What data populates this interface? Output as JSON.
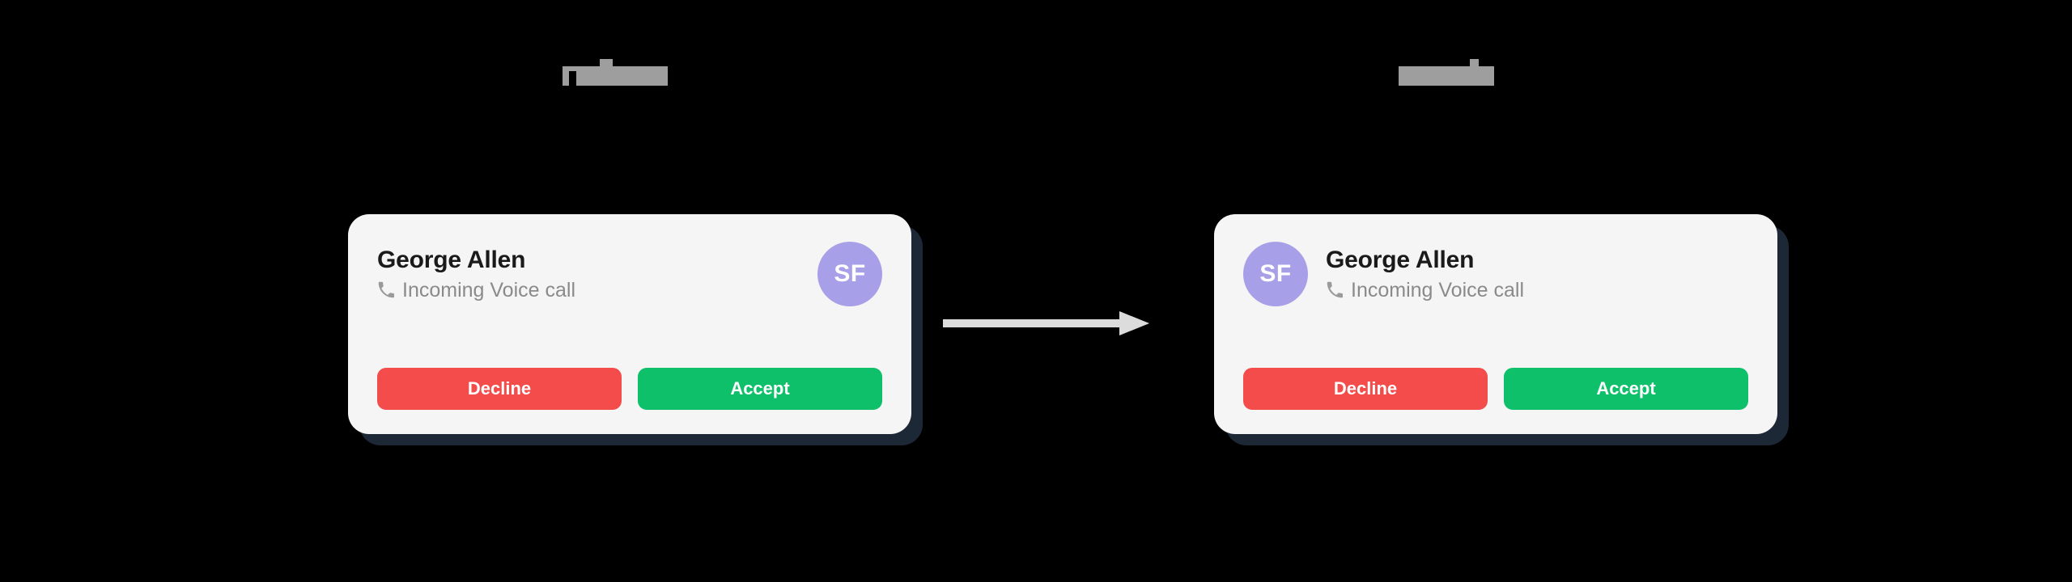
{
  "page": {
    "background_color": "#000000",
    "kind": "before-after-comparison"
  },
  "variants": {
    "left": {
      "label": "",
      "label_state": "redacted",
      "avatar_position": "right"
    },
    "right": {
      "label": "",
      "label_state": "redacted",
      "avatar_position": "left"
    }
  },
  "flow": {
    "arrow_icon": "arrow-right-icon",
    "arrow_color": "#dcdcdc",
    "direction": "left-to-right"
  },
  "call_card": {
    "caller_name": "George Allen",
    "call_status": "Incoming Voice call",
    "status_icon": "phone-icon",
    "avatar_initials": "SF",
    "avatar_color": "#a79fe8",
    "card_background": "#f5f5f5",
    "card_shadow_color": "#1d2837",
    "buttons": {
      "decline_label": "Decline",
      "decline_color": "#f44b4b",
      "accept_label": "Accept",
      "accept_color": "#0ec06a"
    }
  }
}
